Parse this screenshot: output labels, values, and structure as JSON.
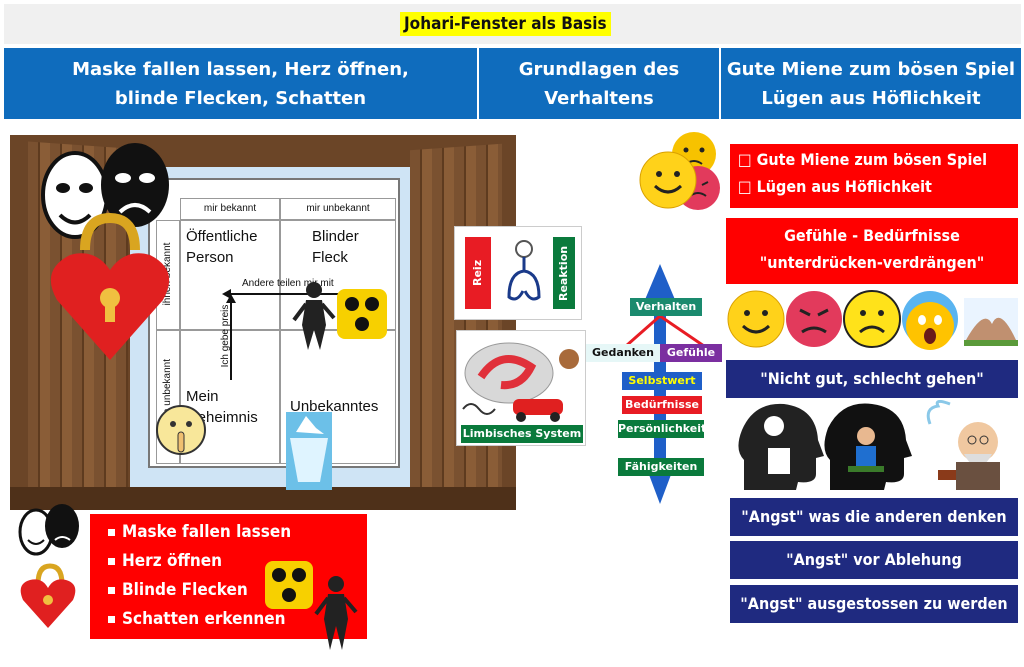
{
  "header": {
    "title": "Johari-Fenster als Basis"
  },
  "columns": [
    {
      "line1": "Maske fallen lassen, Herz öffnen,",
      "line2": "blinde Flecken, Schatten"
    },
    {
      "line1": "Grundlagen des",
      "line2": "Verhaltens"
    },
    {
      "line1": "Gute Miene zum bösen Spiel",
      "line2": "Lügen aus Höflichkeit"
    }
  ],
  "johari": {
    "col1": "mir bekannt",
    "col2": "mir unbekannt",
    "row1": "ihnen bekannt",
    "row2": "ihnen unbekannt",
    "q1_line1": "Öffentliche",
    "q1_line2": "Person",
    "q2_line1": "Blinder",
    "q2_line2": "Fleck",
    "q3_line1": "Mein",
    "q3_line2": "Geheimnis",
    "q4": "Unbekanntes",
    "arrow_h": "Andere teilen mir mit",
    "arrow_v": "Ich gebe preis"
  },
  "left_box": {
    "items": [
      "Maske fallen lassen",
      "Herz öffnen",
      "Blinde Flecken",
      "Schatten erkennen"
    ]
  },
  "center": {
    "reiz": "Reiz",
    "reaktion": "Reaktion",
    "limbic_label": "Limbisches System",
    "boxes": {
      "verhalten": "Verhalten",
      "gedanken": "Gedanken",
      "gefuehle": "Gefühle",
      "selbstwert": "Selbstwert",
      "beduerfnisse": "Bedürfnisse",
      "persoenlichkeit": "Persönlichkeit",
      "faehigkeiten": "Fähigkeiten"
    },
    "colors": {
      "teal": "#1a8a6e",
      "purple": "#7b2fa0",
      "blue": "#1f5fc8",
      "red": "#e81c24",
      "green": "#0a7a3c"
    }
  },
  "right": {
    "box1_line1": "Gute Miene zum bösen Spiel",
    "box1_line2": "Lügen aus Höflichkeit",
    "box2_line1": "Gefühle - Bedürfnisse",
    "box2_line2": "\"unterdrücken-verdrängen\"",
    "box3": "\"Nicht gut, schlecht gehen\"",
    "box4": "\"Angst\" was die anderen denken",
    "box5": "\"Angst\" vor Ablehung",
    "box6": "\"Angst\" ausgestossen zu werden"
  },
  "icons": [
    "theater-mask-icon",
    "heart-lock-icon",
    "blind-sign-icon",
    "shadow-figure-icon",
    "iceberg-icon",
    "secret-face-icon",
    "smiley-icon",
    "angry-face-icon",
    "sad-face-icon",
    "shocked-face-icon",
    "brain-icon",
    "dna-icon",
    "race-car-icon",
    "caveman-icon",
    "head-silhouette-icon",
    "thinking-man-icon"
  ],
  "colors": {
    "header_blue": "#0f6cbd",
    "red": "#ff0000",
    "navy": "#1f2a80",
    "title_yellow": "#ffff00"
  }
}
